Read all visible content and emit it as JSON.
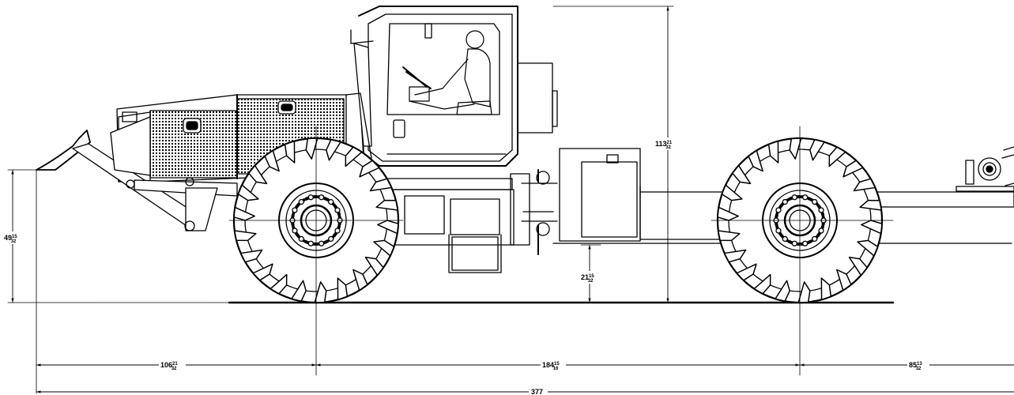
{
  "dimensions": {
    "overall_height": {
      "whole": "113",
      "num": "21",
      "den": "32"
    },
    "front_height": {
      "whole": "49",
      "num": "15",
      "den": "32"
    },
    "clearance": {
      "whole": "21",
      "num": "15",
      "den": "32"
    },
    "front_overhang": {
      "whole": "106",
      "num": "21",
      "den": "32"
    },
    "wheelbase": {
      "whole": "184",
      "num": "15",
      "den": "16"
    },
    "rear_overhang": {
      "whole": "85",
      "num": "13",
      "den": "32"
    },
    "overall_length": {
      "whole": "377"
    }
  }
}
